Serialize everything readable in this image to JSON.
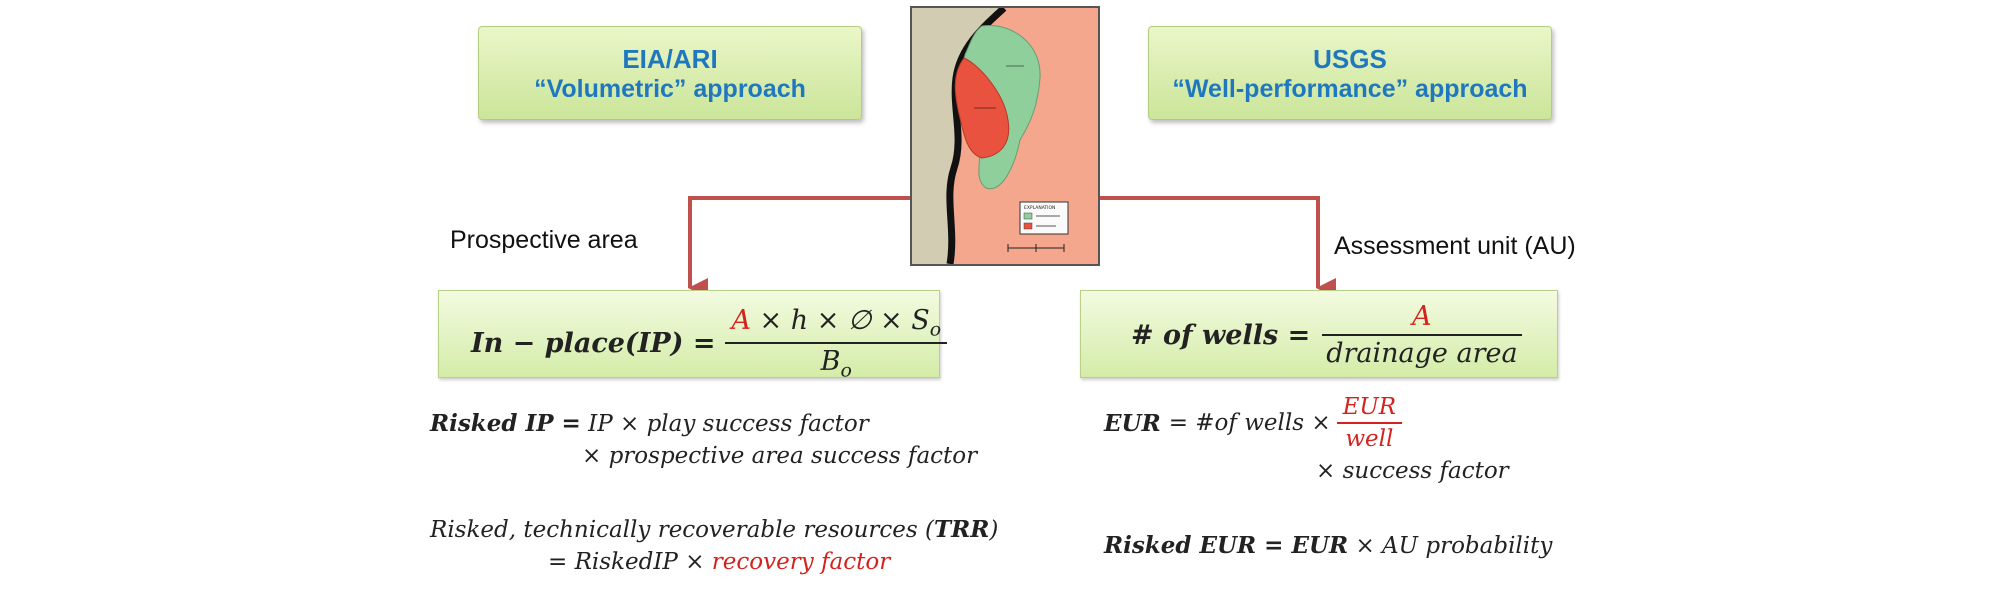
{
  "left_header": {
    "line1": "EIA/ARI",
    "line2": "“Volumetric” approach"
  },
  "right_header": {
    "line1": "USGS",
    "line2": "“Well-performance” approach"
  },
  "left_label": "Prospective area",
  "right_label": "Assessment unit (AU)",
  "left_formula": {
    "lhs": "In − place(IP) =",
    "num_A": "A",
    "num_rest": "× h × ∅ × S",
    "num_sub": "o",
    "den": "B",
    "den_sub": "o"
  },
  "right_formula": {
    "lhs": "# of wells =",
    "num": "A",
    "den": "drainage area"
  },
  "risked_ip": {
    "lhs": "Risked IP =",
    "line1": "IP × play success factor",
    "line2": "× prospective area success factor"
  },
  "trr": {
    "line1_a": "Risked, technically recoverable resources (",
    "line1_b": "TRR",
    "line1_c": ")",
    "line2_a": "= RiskedIP ×",
    "line2_b": "recovery factor"
  },
  "eur": {
    "lhs": "EUR",
    "mid": "= #of wells ×",
    "num": "EUR",
    "den": "well",
    "line2": "× success factor"
  },
  "risked_eur": {
    "a": "Risked EUR = EUR",
    "b": "× AU probability"
  },
  "map": {
    "legend_title": "EXPLANATION",
    "colors": {
      "background": "#f4a78d",
      "land": "#d2ccb2",
      "green_unit": "#8fcf9c",
      "red_unit": "#e8523e",
      "arrow": "#c0504d"
    }
  }
}
